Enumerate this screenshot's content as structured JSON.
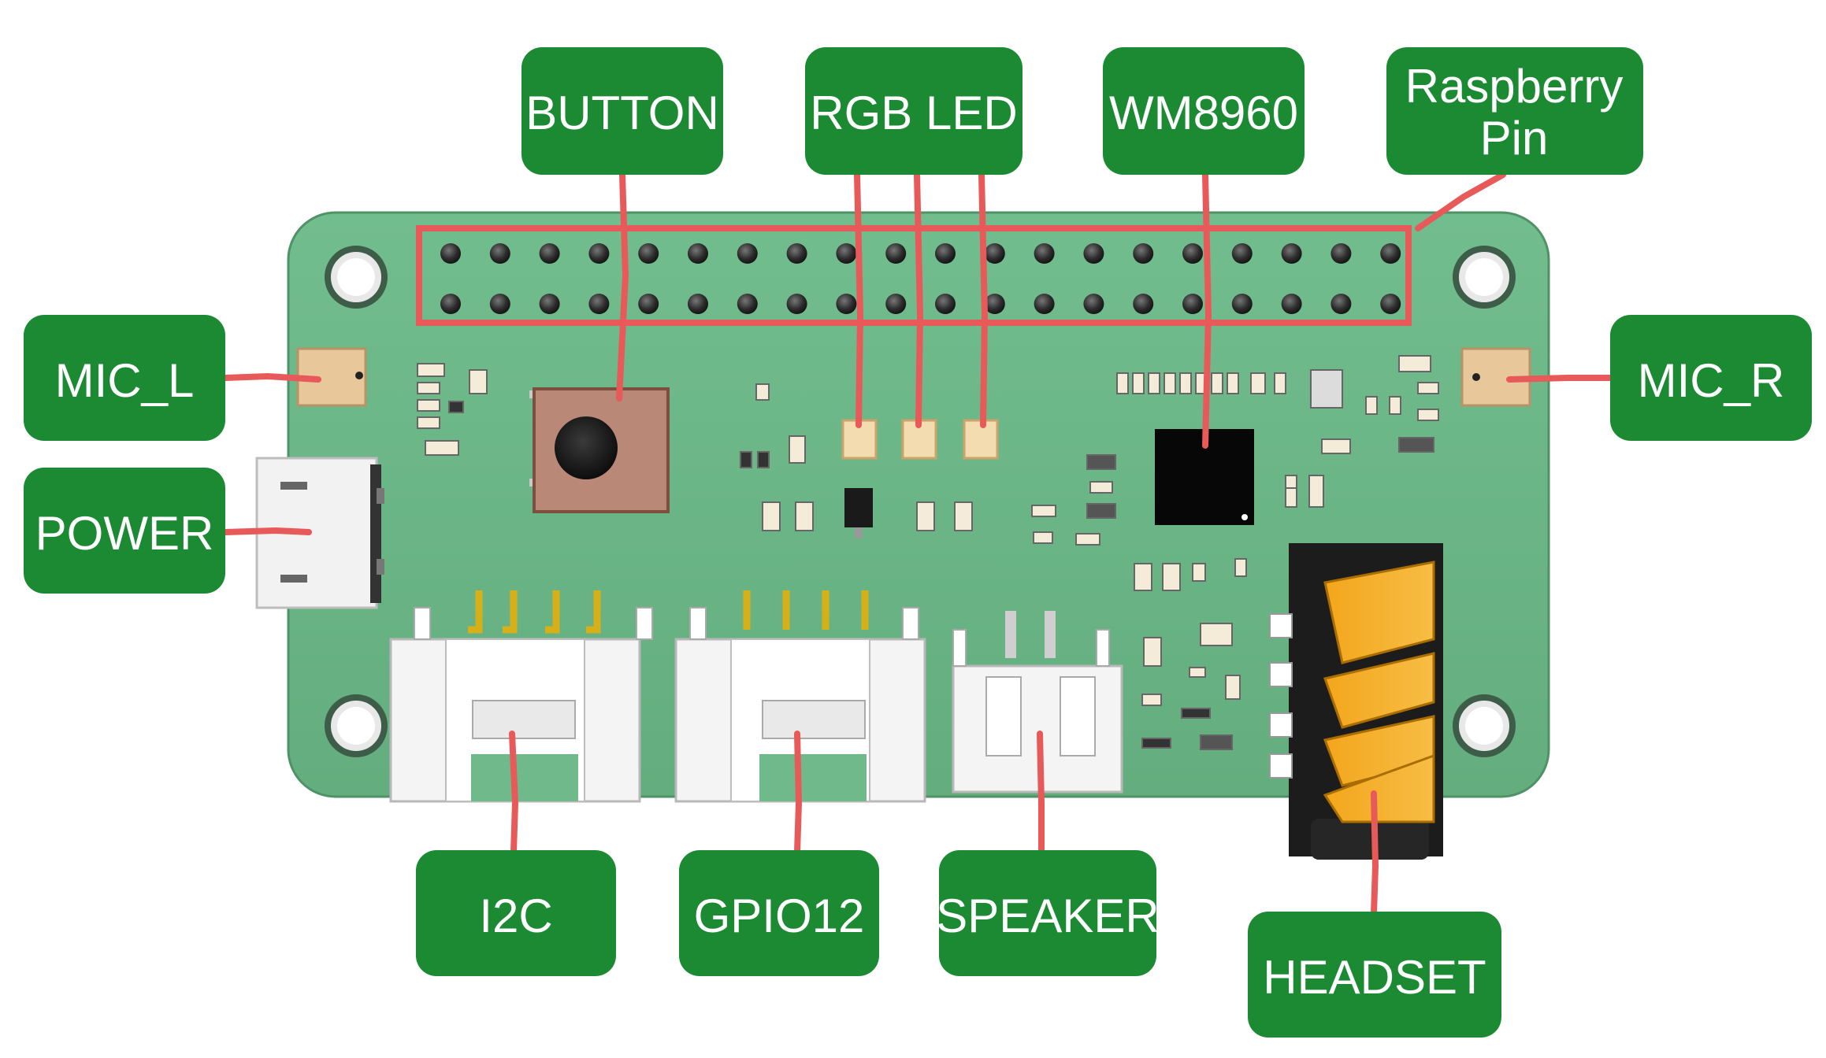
{
  "labels": {
    "button": "BUTTON",
    "rgb_led": "RGB LED",
    "wm8960": "WM8960",
    "raspberry_pin_line1": "Raspberry",
    "raspberry_pin_line2": "Pin",
    "mic_l": "MIC_L",
    "mic_r": "MIC_R",
    "power": "POWER",
    "i2c": "I2C",
    "gpio12": "GPIO12",
    "speaker": "SPEAKER",
    "headset": "HEADSET"
  },
  "colors": {
    "label_box": "#1b8a33",
    "label_text": "#ffffff",
    "board": "#6fb98a",
    "leader_line": "#e85a5a"
  }
}
